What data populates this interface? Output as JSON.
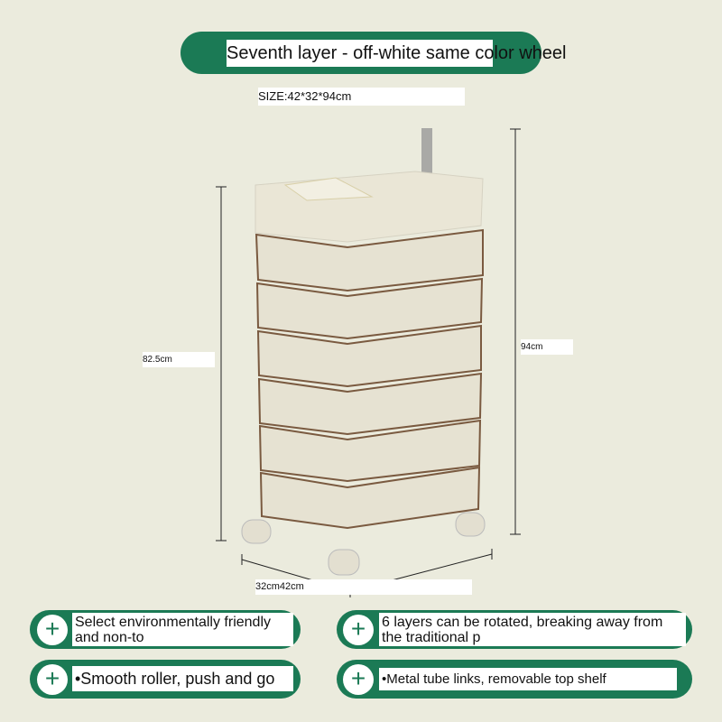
{
  "title": "Seventh layer - off-white   same color wheel",
  "size_label": "SIZE:42*32*94cm",
  "dimensions": {
    "left_height": "82.5cm",
    "right_height": "94cm",
    "bottom": "32cm42cm"
  },
  "features": [
    {
      "icon": "plus-icon",
      "text": "Select environmentally friendly and non-to"
    },
    {
      "icon": "plus-icon",
      "text": "6 layers can be rotated, breaking away from the traditional p"
    },
    {
      "icon": "plus-icon",
      "text": "•Smooth roller, push and go"
    },
    {
      "icon": "plus-icon",
      "text": "•Metal tube links, removable top shelf"
    }
  ],
  "colors": {
    "accent": "#1b7a55",
    "background": "#ebebdd",
    "product": "#e6e2d2"
  }
}
